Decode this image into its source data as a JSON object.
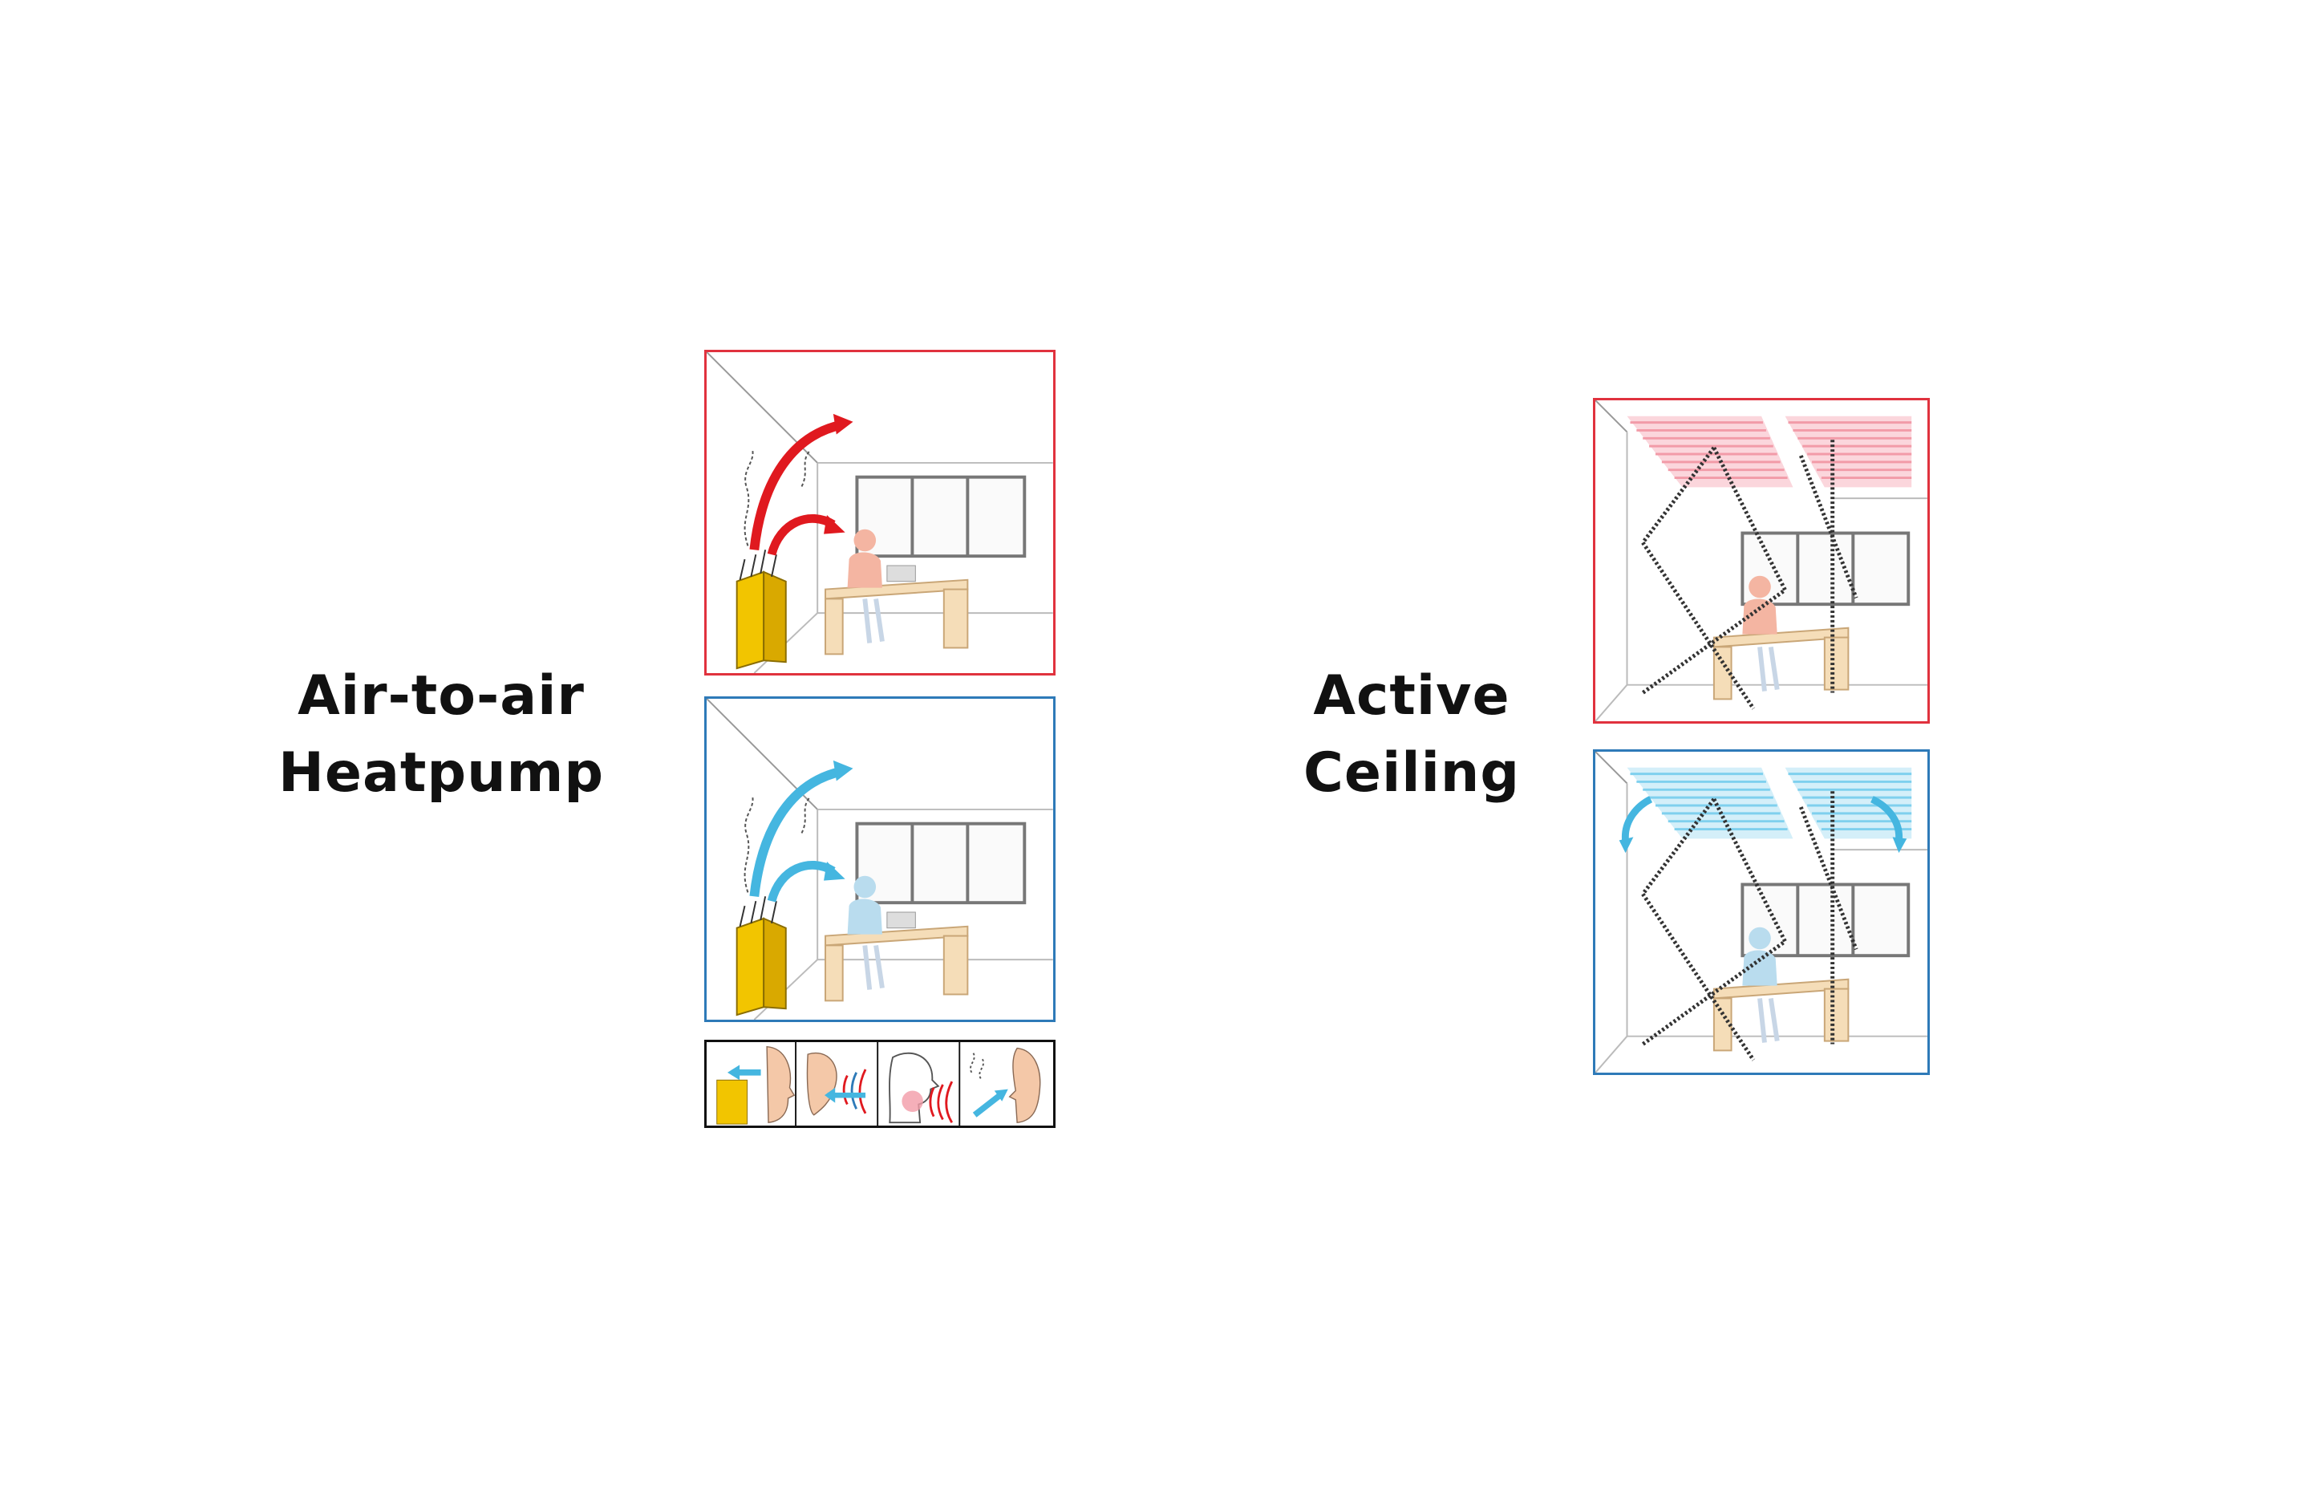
{
  "left_label": {
    "line1": "Air-to-air",
    "line2": "Heatpump"
  },
  "right_label": {
    "line1": "Active",
    "line2": "Ceiling"
  },
  "colors": {
    "heat_frame": "#e0323e",
    "cool_frame": "#2e7ab8",
    "heat_arrow": "#e0191f",
    "cool_arrow": "#45b6e0",
    "unit_yellow": "#f2c500",
    "desk": "#f5ddb8",
    "ceiling_heat": "#f29ba8",
    "ceiling_cool": "#7fd0ee",
    "radiation_path": "#333333"
  },
  "icons": [
    "heat-pump-unit-icon",
    "person-at-desk-icon",
    "window-icon",
    "airflow-arrow-icon",
    "draft-face-icon",
    "noise-ear-icon",
    "neck-draft-icon",
    "dust-face-icon",
    "radiant-ceiling-panel-icon",
    "radiation-path-icon"
  ]
}
